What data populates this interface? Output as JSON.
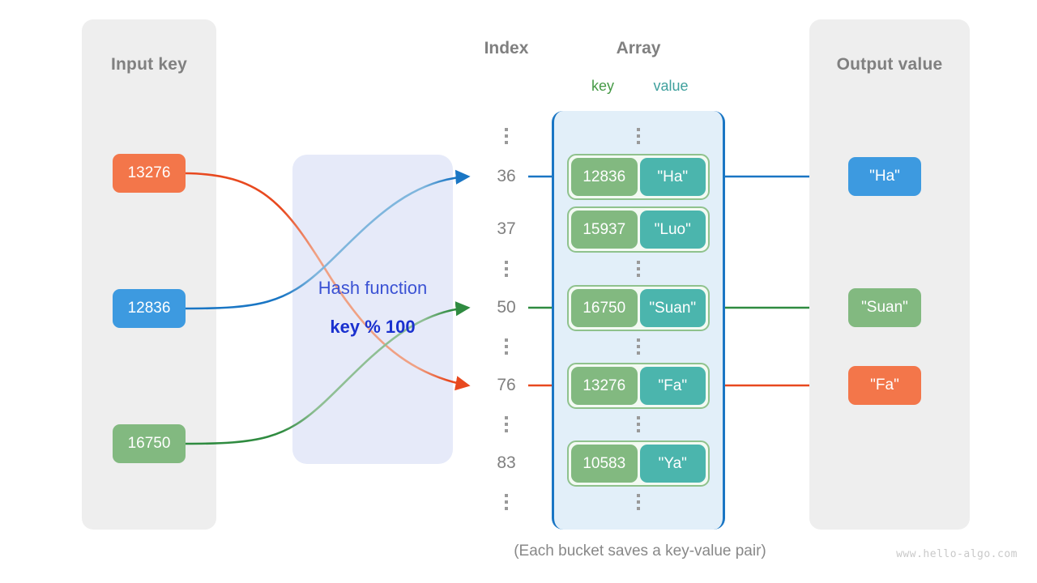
{
  "diagram": {
    "caption": "(Each bucket saves a key-value pair)",
    "watermark": "www.hello-algo.com"
  },
  "input_panel": {
    "title": "Input key",
    "keys": [
      {
        "label": "13276",
        "color": "#f3764a"
      },
      {
        "label": "12836",
        "color": "#3d9ae0"
      },
      {
        "label": "16750",
        "color": "#82b980"
      }
    ]
  },
  "hash_function": {
    "label": "Hash function",
    "formula": "key % 100",
    "label_color": "#3b52d4",
    "formula_color": "#1a31cf",
    "box_color": "#e6eaf9"
  },
  "index_column": {
    "title": "Index",
    "entries": [
      {
        "type": "dots"
      },
      {
        "type": "index",
        "label": "36"
      },
      {
        "type": "index",
        "label": "37"
      },
      {
        "type": "dots"
      },
      {
        "type": "index",
        "label": "50"
      },
      {
        "type": "dots"
      },
      {
        "type": "index",
        "label": "76"
      },
      {
        "type": "dots"
      },
      {
        "type": "index",
        "label": "83"
      },
      {
        "type": "dots"
      }
    ]
  },
  "array": {
    "title": "Array",
    "key_header": "key",
    "value_header": "value",
    "key_header_color": "#469a46",
    "value_header_color": "#3fa09d",
    "key_cell_color": "#82b980",
    "value_cell_color": "#4bb5ad",
    "container_color": "#e2eff9",
    "container_border_color": "#1a76c4",
    "buckets": [
      {
        "key": "12836",
        "value": "\"Ha\""
      },
      {
        "key": "15937",
        "value": "\"Luo\""
      },
      {
        "key": "16750",
        "value": "\"Suan\""
      },
      {
        "key": "13276",
        "value": "\"Fa\""
      },
      {
        "key": "10583",
        "value": "\"Ya\""
      }
    ]
  },
  "output_panel": {
    "title": "Output value",
    "values": [
      {
        "label": "\"Ha\"",
        "color": "#3d9ae0"
      },
      {
        "label": "\"Suan\"",
        "color": "#82b980"
      },
      {
        "label": "\"Fa\"",
        "color": "#f3764a"
      }
    ]
  },
  "flows": [
    {
      "name": "orange-flow",
      "input_key": "13276",
      "index": "76",
      "output_value": "\"Fa\"",
      "color": "#e8491f"
    },
    {
      "name": "blue-flow",
      "input_key": "12836",
      "index": "36",
      "output_value": "\"Ha\"",
      "color": "#1a76c4"
    },
    {
      "name": "green-flow",
      "input_key": "16750",
      "index": "50",
      "output_value": "\"Suan\"",
      "color": "#2f8b40"
    }
  ]
}
